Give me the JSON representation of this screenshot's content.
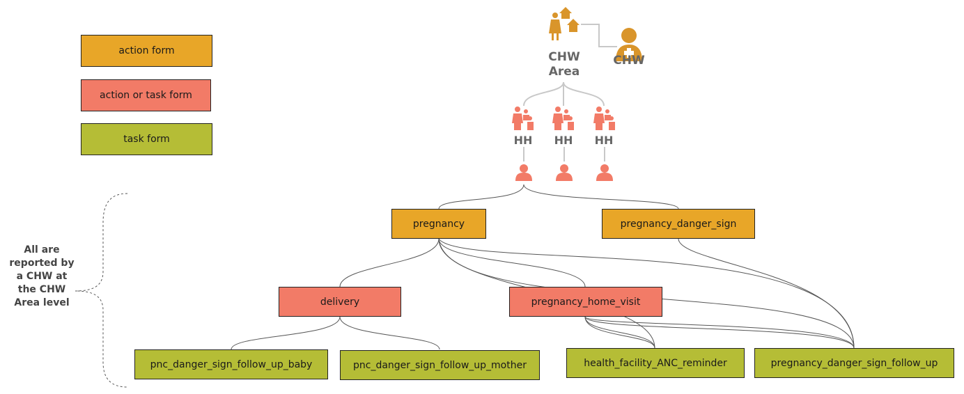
{
  "legend": {
    "action_form": "action form",
    "action_or_task_form": "action or task form",
    "task_form": "task form"
  },
  "hierarchy": {
    "area_label": "CHW\nArea",
    "chw_label": "CHW",
    "hh_labels": [
      "HH",
      "HH",
      "HH"
    ]
  },
  "forms": {
    "pregnancy": "pregnancy",
    "pregnancy_danger_sign": "pregnancy_danger_sign",
    "delivery": "delivery",
    "pregnancy_home_visit": "pregnancy_home_visit",
    "pnc_baby": "pnc_danger_sign_follow_up_baby",
    "pnc_mother": "pnc_danger_sign_follow_up_mother",
    "anc_reminder": "health_facility_ANC_reminder",
    "danger_follow_up": "pregnancy_danger_sign_follow_up"
  },
  "note": "All are reported by a CHW at the CHW Area level",
  "colors": {
    "action": "#e8a628",
    "action_or_task": "#f27b67",
    "task": "#b5bd36",
    "icon_orange": "#d9952b",
    "icon_salmon": "#f27b67"
  },
  "icons": [
    "area-icon",
    "chw-icon",
    "household-icon",
    "person-icon"
  ]
}
